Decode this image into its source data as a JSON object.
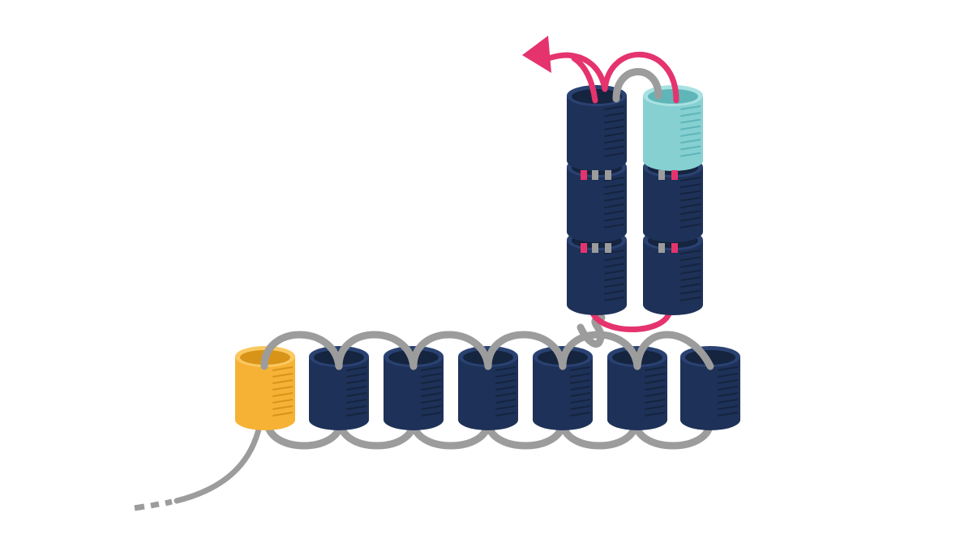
{
  "colors": {
    "background": "#ffffff",
    "helix_navy": "#1e3158",
    "helix_navy_dark": "#15243f",
    "helix_navy_top": "#2a4272",
    "helix_yellow": "#f6b234",
    "helix_yellow_dark": "#d89418",
    "helix_yellow_top": "#fbc860",
    "helix_teal": "#86d0d2",
    "helix_teal_dark": "#5fb5b8",
    "helix_teal_top": "#a8e1e2",
    "backbone_gray": "#9c9c9c",
    "loop_pink": "#e5336d"
  },
  "diagram": {
    "helix_counts": {
      "horizontal_row": 7,
      "vertical_columns": 2,
      "stack_height": 3
    },
    "highlighted_helices": [
      {
        "role": "n-terminal-helix",
        "color": "yellow"
      },
      {
        "role": "top-right-helix",
        "color": "teal"
      }
    ],
    "icons": [
      "exit-arrow-icon",
      "dashed-tail-icon",
      "helix-stripes-icon"
    ]
  }
}
